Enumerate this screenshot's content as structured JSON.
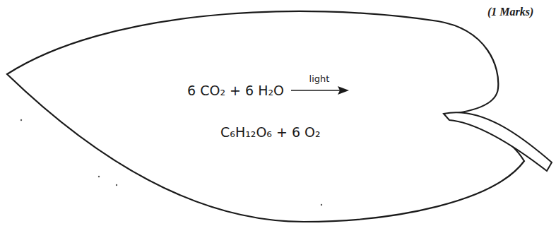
{
  "diagram": {
    "nodes": [
      {
        "text": [
          "6 CO₂ + 6 H₂O",
          "light",
          "C₆H₁₂O₆ + 6 O₂"
        ]
      }
    ],
    "labels": [
      "(1 Marks)"
    ]
  }
}
